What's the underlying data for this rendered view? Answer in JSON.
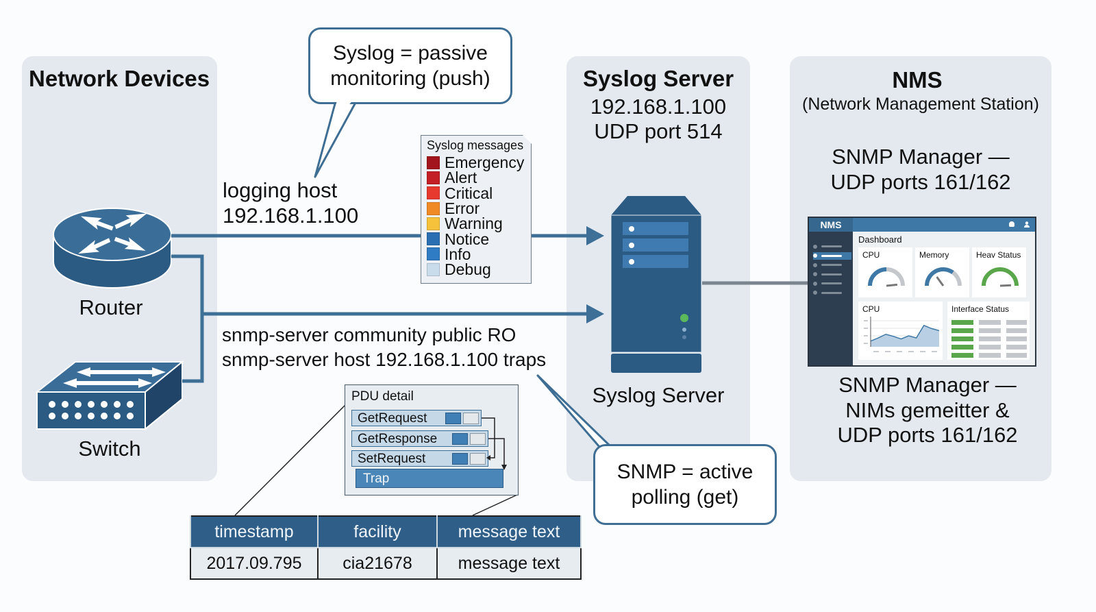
{
  "panels": {
    "devices": {
      "title": "Network Devices",
      "router_label": "Router",
      "switch_label": "Switch"
    },
    "syslog_server": {
      "title": "Syslog Server",
      "ip": "192.168.1.100",
      "port": "UDP port 514",
      "icon_label": "Syslog Server"
    },
    "nms": {
      "title": "NMS",
      "subtitle": "(Network Management Station)",
      "manager_line1": "SNMP Manager —",
      "manager_line2": "UDP ports 161/162",
      "bottom_line1": "SNMP Manager —",
      "bottom_line2": "NIMs gemeitter &",
      "bottom_line3": "UDP ports 161/162"
    }
  },
  "callouts": {
    "syslog_line1": "Syslog = passive",
    "syslog_line2": "monitoring (push)",
    "snmp_line1": "SNMP = active",
    "snmp_line2": "polling (get)"
  },
  "config": {
    "logging_line1": "logging host",
    "logging_line2": "192.168.1.100",
    "snmp_line1": "snmp-server community public RO",
    "snmp_line2": "snmp-server host 192.168.1.100 traps"
  },
  "syslog_legend": {
    "title": "Syslog messages",
    "levels": [
      {
        "label": "Emergency",
        "color": "#a3151d"
      },
      {
        "label": "Alert",
        "color": "#c41f25"
      },
      {
        "label": "Critical",
        "color": "#e8392f"
      },
      {
        "label": "Error",
        "color": "#f08a24"
      },
      {
        "label": "Warning",
        "color": "#f6c23b"
      },
      {
        "label": "Notice",
        "color": "#2a6fb2"
      },
      {
        "label": "Info",
        "color": "#2f7cc4"
      },
      {
        "label": "Debug",
        "color": "#c9dceb"
      }
    ]
  },
  "pdu": {
    "title": "PDU detail",
    "rows": [
      "GetRequest",
      "GetResponse",
      "SetRequest"
    ],
    "trap": "Trap"
  },
  "log_table": {
    "headers": [
      "timestamp",
      "facility",
      "message text"
    ],
    "rows": [
      [
        "2017.09.795",
        "cia21678",
        "message text"
      ]
    ]
  },
  "dashboard": {
    "brand": "NMS",
    "page_title": "Dashboard",
    "active_nav_index": 1,
    "gauges": [
      {
        "label": "CPU",
        "fraction": 0.5,
        "color": "#3d78a6"
      },
      {
        "label": "Memory",
        "fraction": 0.7,
        "color": "#3d78a6"
      },
      {
        "label": "Heav Status",
        "fraction": 1.0,
        "color": "#5aa64a"
      }
    ],
    "cpu_chart": {
      "label": "CPU",
      "values": [
        0.22,
        0.34,
        0.48,
        0.4,
        0.3,
        0.42,
        0.34,
        0.82,
        0.7,
        0.62
      ]
    },
    "interface_status": {
      "label": "Interface Status",
      "rows": 5
    }
  },
  "colors": {
    "accent": "#3d6f97",
    "panel_bg": "#e3e9ef",
    "device_blue": "#2b5a82"
  }
}
